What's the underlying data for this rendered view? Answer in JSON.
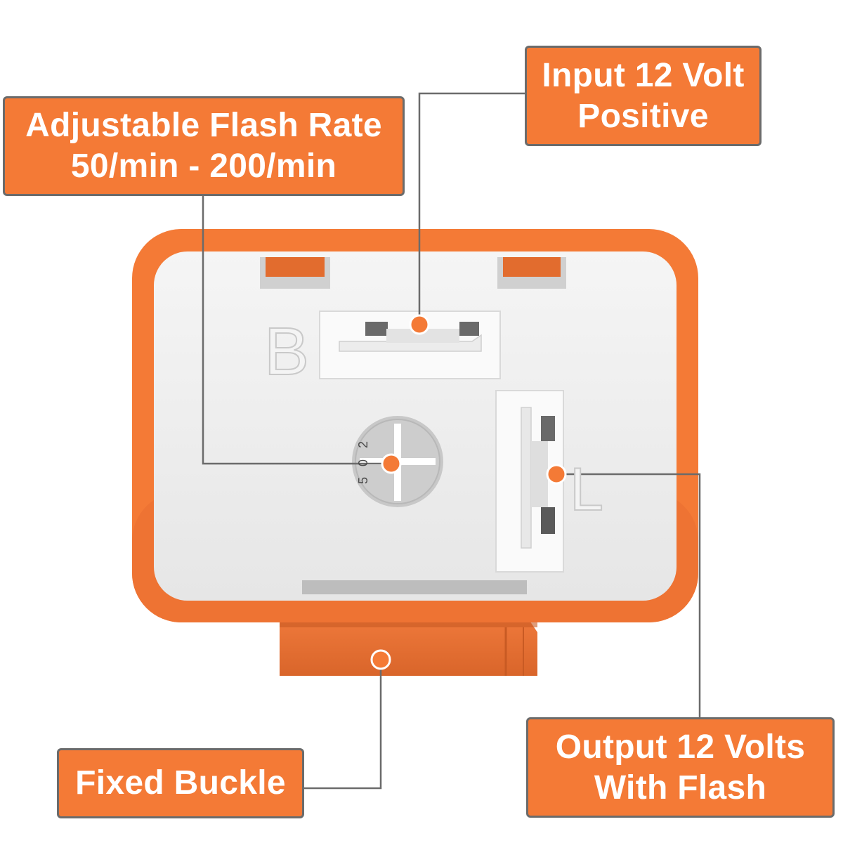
{
  "colors": {
    "accent_orange": "#f47a36",
    "housing_orange": "#f47a36",
    "leader_line_gray": "#6b6b6b",
    "face_white": "#ececec",
    "label_text": "#ffffff"
  },
  "callouts": {
    "flash_rate": {
      "line1": "Adjustable Flash Rate",
      "line2": "50/min - 200/min"
    },
    "input": {
      "line1": "Input 12 Volt",
      "line2": "Positive"
    },
    "output": {
      "line1": "Output 12 Volts",
      "line2": "With Flash"
    },
    "buckle": {
      "line1": "Fixed Buckle"
    }
  },
  "device": {
    "terminal_b_label": "B",
    "terminal_l_label": "L",
    "dial_marks": [
      "2",
      "0",
      "5"
    ],
    "icons": [
      "flasher-relay-illustration",
      "potentiometer-dial-icon",
      "callout-dot-icon"
    ]
  }
}
